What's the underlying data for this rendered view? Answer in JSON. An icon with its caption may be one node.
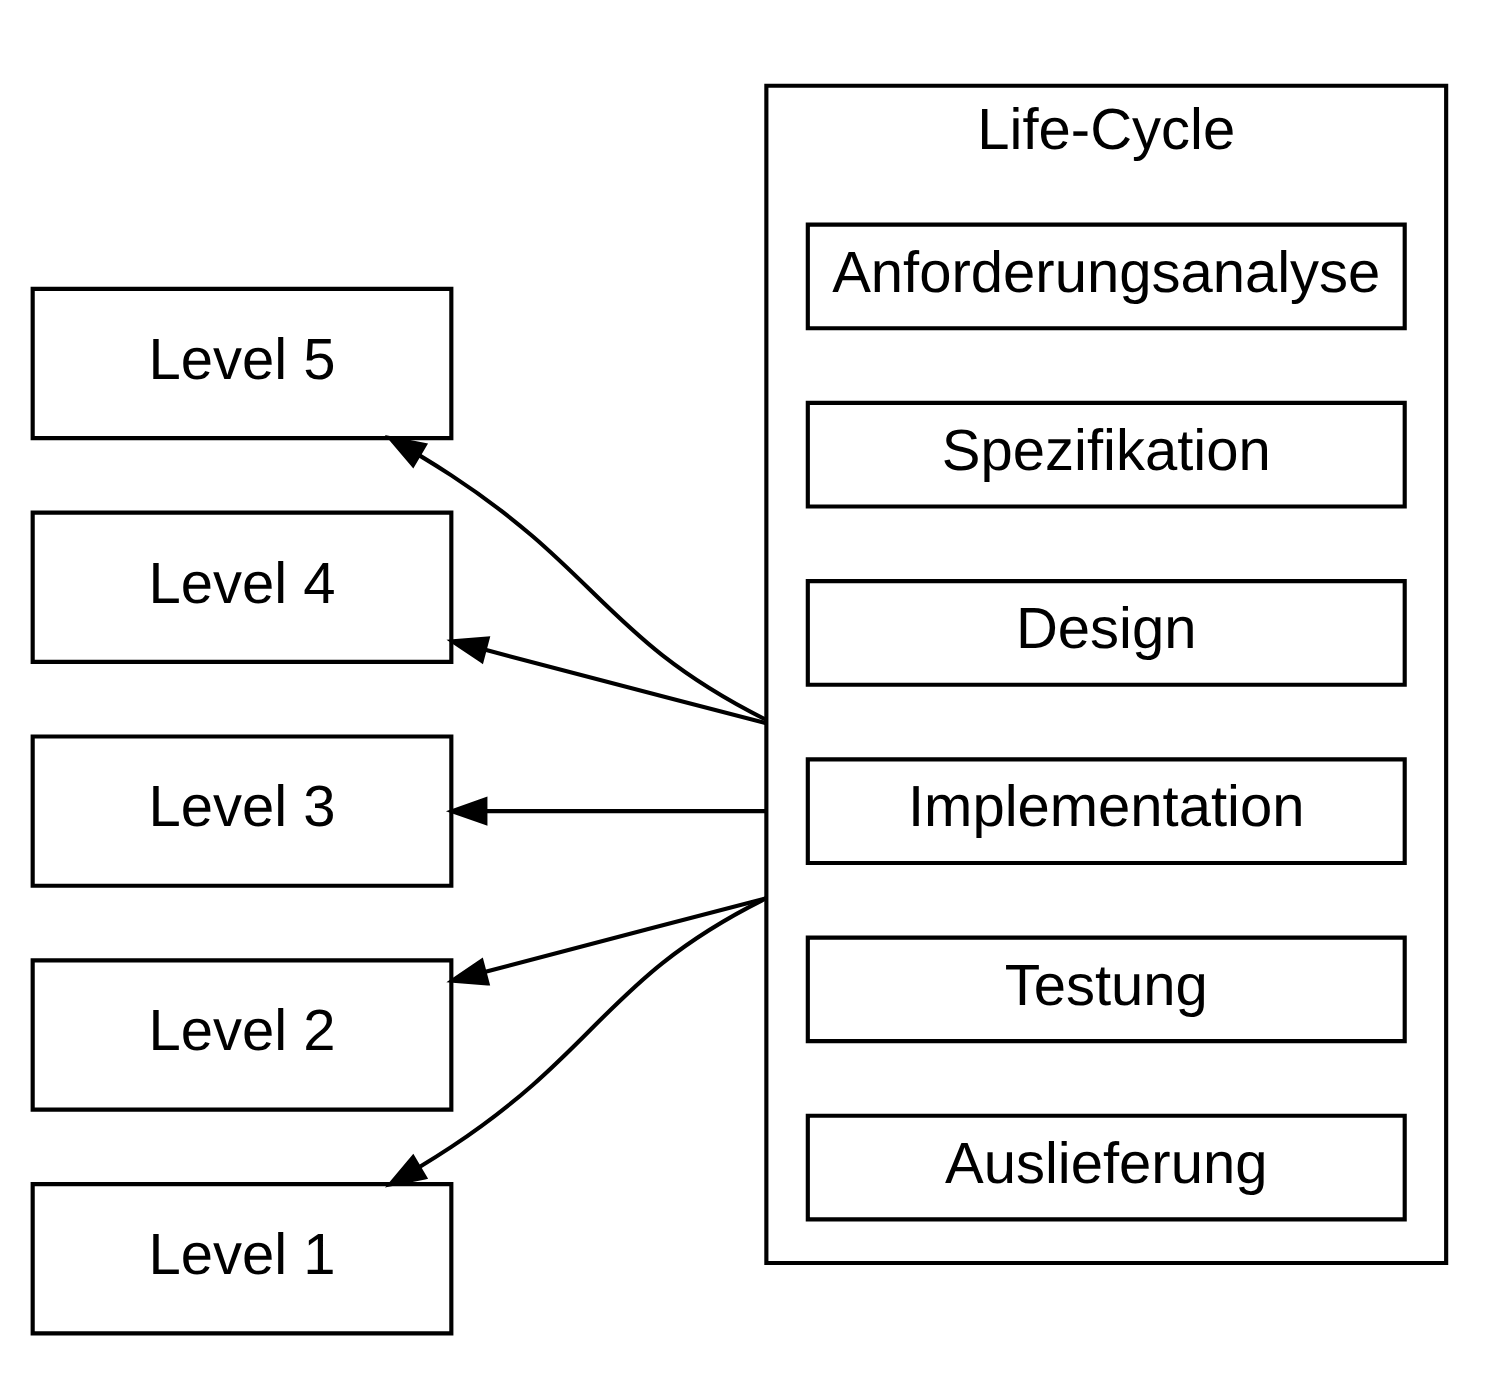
{
  "diagram": {
    "nodes": [
      {
        "text": [
          "Level 5"
        ]
      },
      {
        "text": [
          "Level 4"
        ]
      },
      {
        "text": [
          "Level 3"
        ]
      },
      {
        "text": [
          "Level 2"
        ]
      },
      {
        "text": [
          "Level 1"
        ]
      },
      {
        "text": [
          "Life-Cycle"
        ]
      },
      {
        "text": [
          "Anforderungsanalyse"
        ],
        "in": 5
      },
      {
        "text": [
          "Spezifikation"
        ],
        "in": 5
      },
      {
        "text": [
          "Design"
        ],
        "in": 5
      },
      {
        "text": [
          "Implementation"
        ],
        "in": 5
      },
      {
        "text": [
          "Testung"
        ],
        "in": 5
      },
      {
        "text": [
          "Auslieferung"
        ],
        "in": 5
      }
    ],
    "edges": [
      {
        "from": 5,
        "to": 0,
        "arrow": "to"
      },
      {
        "from": 5,
        "to": 1,
        "arrow": "to"
      },
      {
        "from": 5,
        "to": 2,
        "arrow": "to"
      },
      {
        "from": 5,
        "to": 3,
        "arrow": "to"
      },
      {
        "from": 5,
        "to": 4,
        "arrow": "to"
      }
    ]
  }
}
